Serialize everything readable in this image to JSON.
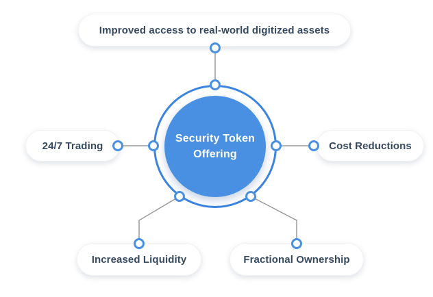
{
  "diagram": {
    "title": "Security Token Offering benefits diagram",
    "center": {
      "label": "Security Token Offering",
      "line1": "Security Token",
      "line2": "Offering"
    },
    "nodes": [
      {
        "position": "top",
        "label": "Improved access to real-world digitized assets"
      },
      {
        "position": "left",
        "label": "24/7 Trading"
      },
      {
        "position": "right",
        "label": "Cost Reductions"
      },
      {
        "position": "bottom-left",
        "label": "Increased Liquidity"
      },
      {
        "position": "bottom-right",
        "label": "Fractional Ownership"
      }
    ],
    "colors": {
      "center_fill": "#4a90e2",
      "ring_stroke": "#3b84e0",
      "dot_border": "#4a90e2",
      "dot_fill": "#ffffff",
      "node_background": "#ffffff",
      "node_text": "#36495e",
      "center_text": "#ffffff",
      "connector": "#999999",
      "page_background": "#ffffff"
    }
  }
}
